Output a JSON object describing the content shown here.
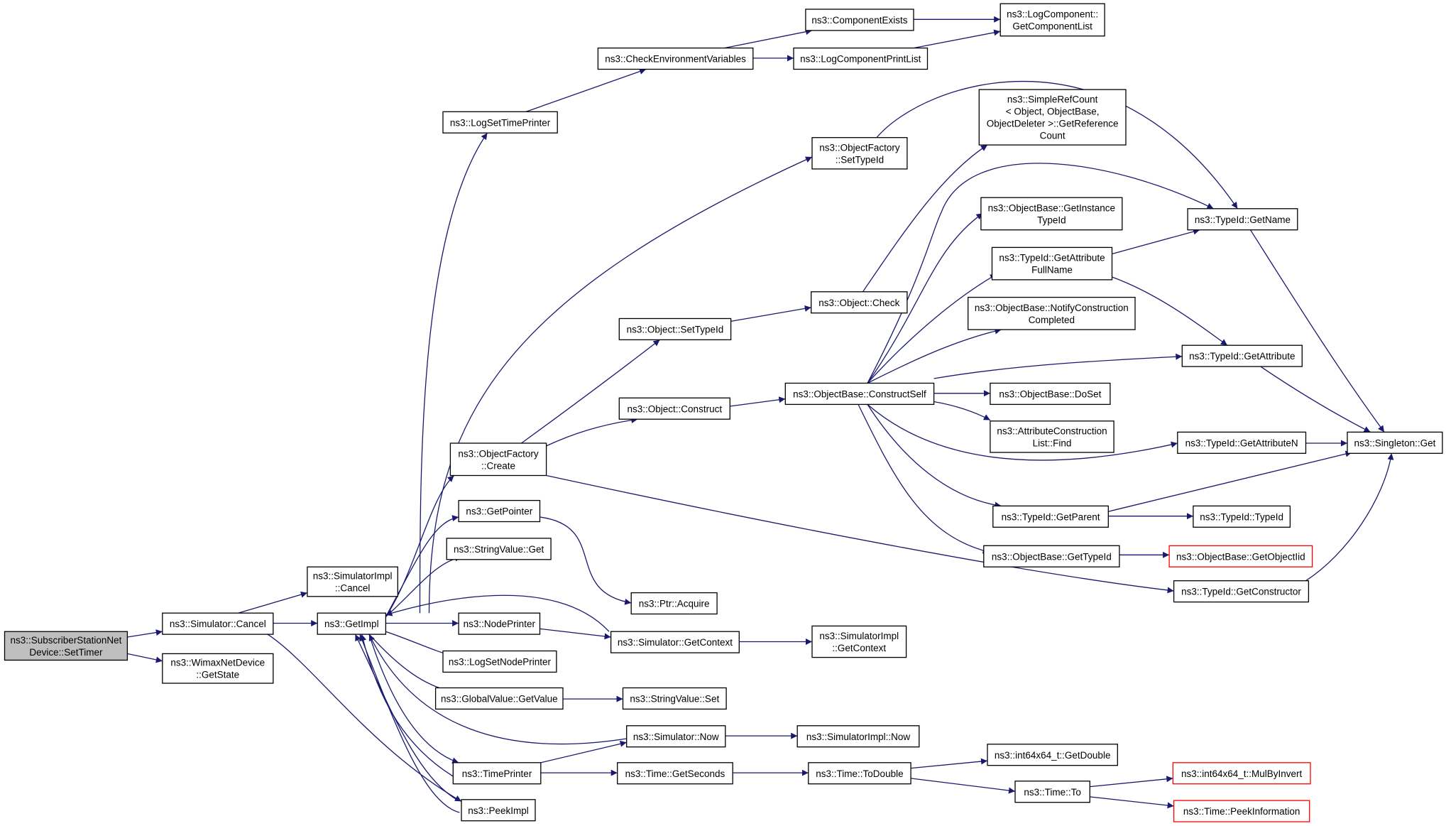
{
  "edge_color": "#191970",
  "root_fill": "#bfbfbf",
  "truncated_border": "#ff0000",
  "nodes": {
    "root": [
      "ns3::SubscriberStationNet",
      "Device::SetTimer"
    ],
    "simCancel": [
      "ns3::Simulator::Cancel"
    ],
    "wimaxState": [
      "ns3::WimaxNetDevice",
      "::GetState"
    ],
    "implCancel": [
      "ns3::SimulatorImpl",
      "::Cancel"
    ],
    "getImpl": [
      "ns3::GetImpl"
    ],
    "peekImpl": [
      "ns3::PeekImpl"
    ],
    "logSetTime": [
      "ns3::LogSetTimePrinter"
    ],
    "ofCreate": [
      "ns3::ObjectFactory",
      "::Create"
    ],
    "getPointer": [
      "ns3::GetPointer"
    ],
    "strGet": [
      "ns3::StringValue::Get"
    ],
    "nodePrinter": [
      "ns3::NodePrinter"
    ],
    "logSetNode": [
      "ns3::LogSetNodePrinter"
    ],
    "gvGetValue": [
      "ns3::GlobalValue::GetValue"
    ],
    "timePrinter": [
      "ns3::TimePrinter"
    ],
    "checkEnv": [
      "ns3::CheckEnvironmentVariables"
    ],
    "compExists": [
      "ns3::ComponentExists"
    ],
    "logCompList": [
      "ns3::LogComponent::",
      "GetComponentList"
    ],
    "logCompPrint": [
      "ns3::LogComponentPrintList"
    ],
    "ofSetTypeId": [
      "ns3::ObjectFactory",
      "::SetTypeId"
    ],
    "simpleRef": [
      "ns3::SimpleRefCount",
      "< Object, ObjectBase,",
      "ObjectDeleter >::GetReference",
      "Count"
    ],
    "objSetTypeId": [
      "ns3::Object::SetTypeId"
    ],
    "objCheck": [
      "ns3::Object::Check"
    ],
    "objConstruct": [
      "ns3::Object::Construct"
    ],
    "constructSelf": [
      "ns3::ObjectBase::ConstructSelf"
    ],
    "getInstance": [
      "ns3::ObjectBase::GetInstance",
      "TypeId"
    ],
    "attrFullName": [
      "ns3::TypeId::GetAttribute",
      "FullName"
    ],
    "notifyConstr": [
      "ns3::ObjectBase::NotifyConstruction",
      "Completed"
    ],
    "doSet": [
      "ns3::ObjectBase::DoSet"
    ],
    "attrConstrFind": [
      "ns3::AttributeConstruction",
      "List::Find"
    ],
    "getParent": [
      "ns3::TypeId::GetParent"
    ],
    "obGetTypeId": [
      "ns3::ObjectBase::GetTypeId"
    ],
    "getName": [
      "ns3::TypeId::GetName"
    ],
    "getAttribute": [
      "ns3::TypeId::GetAttribute"
    ],
    "getAttributeN": [
      "ns3::TypeId::GetAttributeN"
    ],
    "singletonGet": [
      "ns3::Singleton::Get"
    ],
    "typeIdTypeId": [
      "ns3::TypeId::TypeId"
    ],
    "getObjectIid": [
      "ns3::ObjectBase::GetObjectIid"
    ],
    "getConstructor": [
      "ns3::TypeId::GetConstructor"
    ],
    "ptrAcquire": [
      "ns3::Ptr::Acquire"
    ],
    "simGetContext": [
      "ns3::Simulator::GetContext"
    ],
    "implGetContext": [
      "ns3::SimulatorImpl",
      "::GetContext"
    ],
    "strSet": [
      "ns3::StringValue::Set"
    ],
    "simNow": [
      "ns3::Simulator::Now"
    ],
    "implNow": [
      "ns3::SimulatorImpl::Now"
    ],
    "getSeconds": [
      "ns3::Time::GetSeconds"
    ],
    "toDouble": [
      "ns3::Time::ToDouble"
    ],
    "int64GetDouble": [
      "ns3::int64x64_t::GetDouble"
    ],
    "timeTo": [
      "ns3::Time::To"
    ],
    "mulByInvert": [
      "ns3::int64x64_t::MulByInvert"
    ],
    "peekInfo": [
      "ns3::Time::PeekInformation"
    ]
  }
}
